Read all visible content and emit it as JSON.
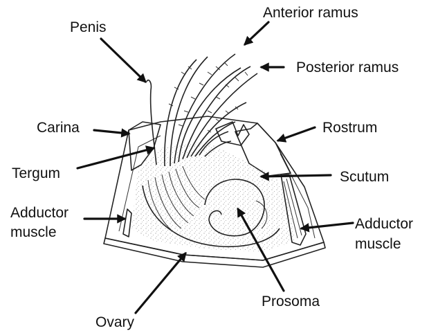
{
  "diagram": {
    "labels": {
      "anterior_ramus": "Anterior ramus",
      "posterior_ramus": "Posterior ramus",
      "penis": "Penis",
      "carina": "Carina",
      "rostrum": "Rostrum",
      "tergum": "Tergum",
      "scutum": "Scutum",
      "adductor_muscle_left_line1": "Adductor",
      "adductor_muscle_left_line2": "muscle",
      "adductor_muscle_right_line1": "Adductor",
      "adductor_muscle_right_line2": "muscle",
      "prosoma": "Prosoma",
      "ovary": "Ovary"
    }
  }
}
